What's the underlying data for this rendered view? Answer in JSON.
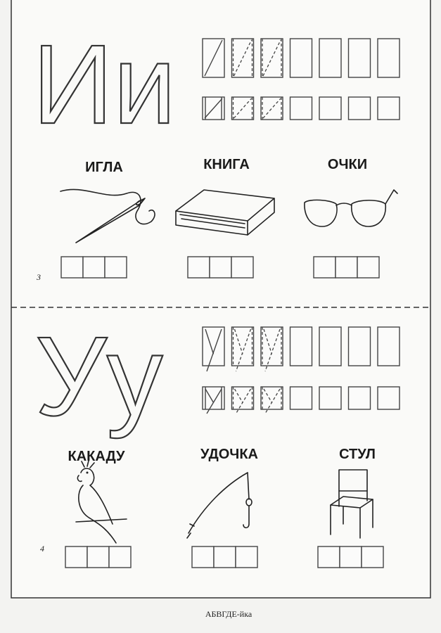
{
  "sections": [
    {
      "letter": "Ии",
      "page_number": "3",
      "words": [
        {
          "label": "ИГЛА",
          "icon": "needle-thread-icon"
        },
        {
          "label": "КНИГА",
          "icon": "book-icon"
        },
        {
          "label": "ОЧКИ",
          "icon": "glasses-icon"
        }
      ]
    },
    {
      "letter": "Уу",
      "page_number": "4",
      "words": [
        {
          "label": "КАКАДУ",
          "icon": "cockatoo-icon"
        },
        {
          "label": "УДОЧКА",
          "icon": "fishing-rod-icon"
        },
        {
          "label": "СТУЛ",
          "icon": "chair-icon"
        }
      ]
    }
  ],
  "footer": "АБВГДЕ-йка"
}
